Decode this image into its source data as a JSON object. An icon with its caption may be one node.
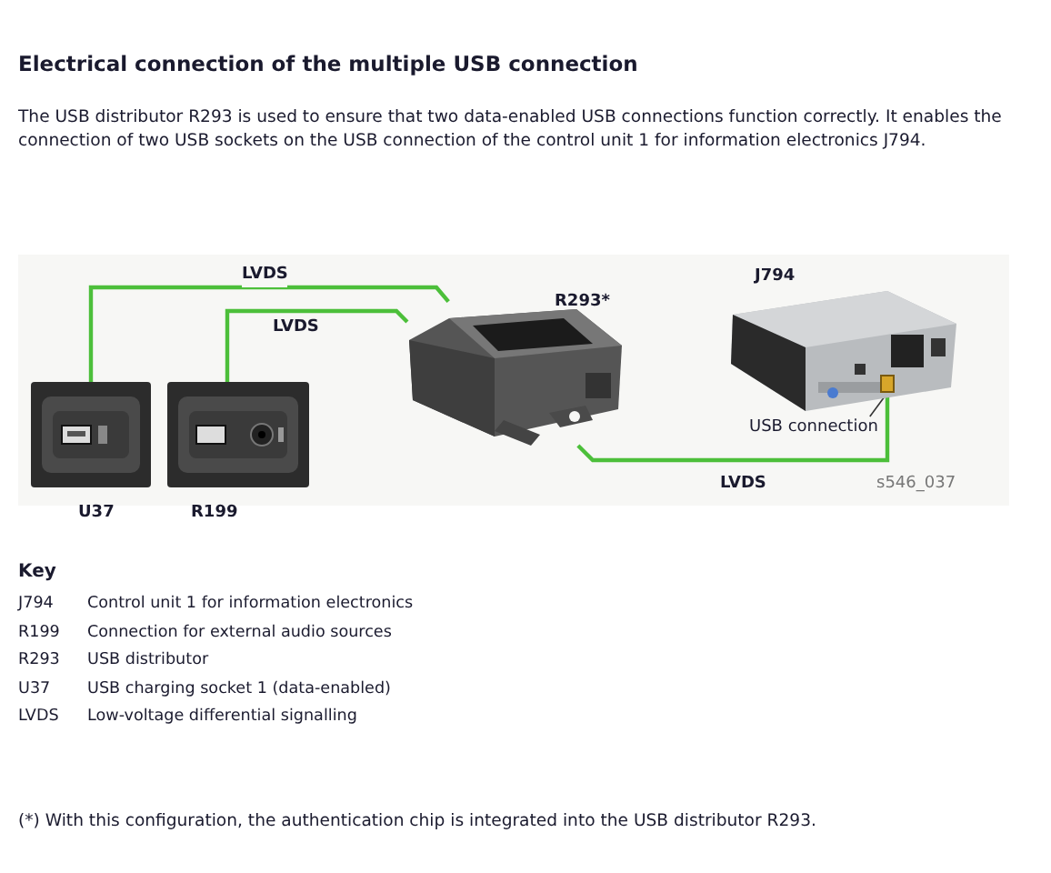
{
  "diagram": {
    "title": "Electrical connection of the multiple USB connection",
    "nodes": [
      {
        "text": [],
        "shape": "picture",
        "beside": [
          "U37"
        ]
      },
      {
        "text": [],
        "shape": "picture",
        "beside": [
          "R199"
        ]
      },
      {
        "text": [],
        "shape": "picture",
        "beside": [
          "R293*"
        ]
      },
      {
        "text": [],
        "shape": "picture",
        "beside": [
          "J794"
        ]
      },
      {
        "text": [
          "USB connection"
        ]
      },
      {
        "text": [],
        "shape": "box",
        "in": 3
      }
    ],
    "edges": [
      {
        "from": 0,
        "to": 2,
        "arrow": "none",
        "label": "LVDS"
      },
      {
        "from": 1,
        "to": 2,
        "arrow": "none",
        "label": "LVDS"
      },
      {
        "from": 2,
        "to": 5,
        "arrow": "none",
        "label": "LVDS"
      },
      {
        "from": 4,
        "to": 5,
        "arrow": "none",
        "color": "#333333"
      }
    ],
    "labels": [
      "The USB distributor R293 is used to ensure that two data-enabled USB connections function correctly. It enables the connection of two USB sockets on the USB connection of the control unit 1 for information electronics J794.",
      "s546_037",
      "Key",
      "J794",
      "Control unit 1 for information electronics",
      "R199",
      "Connection for external audio sources",
      "R293",
      "USB distributor",
      "U37",
      "USB charging socket 1 (data-enabled)",
      "LVDS",
      "Low-voltage differential signalling"
    ],
    "caption": "(*) With this configuration, the authentication chip is integrated into the USB distributor R293."
  }
}
